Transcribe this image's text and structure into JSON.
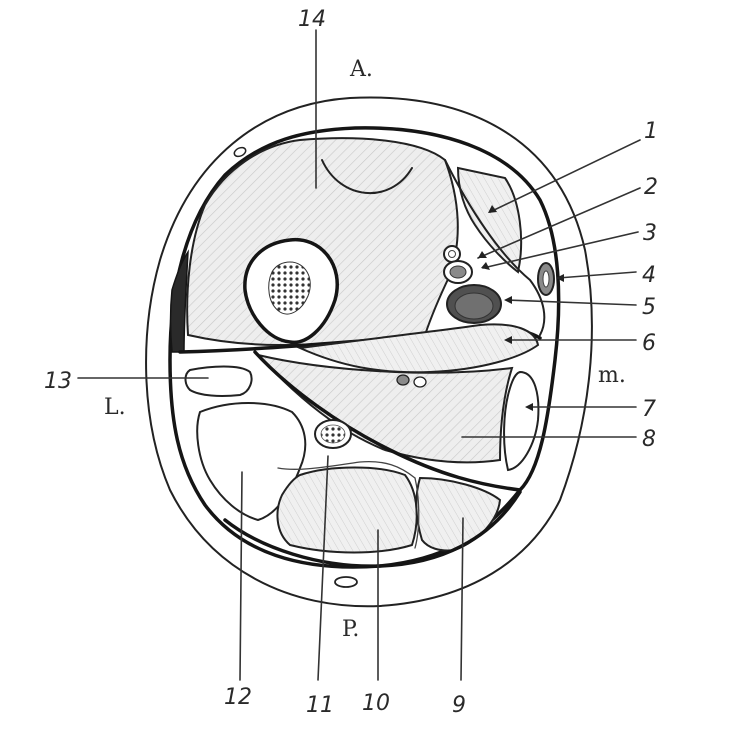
{
  "orientation": {
    "anterior": "A.",
    "posterior": "P.",
    "lateral": "L.",
    "medial": "m."
  },
  "labels": {
    "l1": "1",
    "l2": "2",
    "l3": "3",
    "l4": "4",
    "l5": "5",
    "l6": "6",
    "l7": "7",
    "l8": "8",
    "l9": "9",
    "l10": "10",
    "l11": "11",
    "l12": "12",
    "l13": "13",
    "l14": "14"
  },
  "colors": {
    "ink": "#1a1a1a",
    "shade": "#d9d9d9",
    "hatch": "#bdbdbd",
    "dark_vessel": "#505050",
    "mid_vessel": "#8a8a8a",
    "dark_band": "#2a2a2a"
  }
}
